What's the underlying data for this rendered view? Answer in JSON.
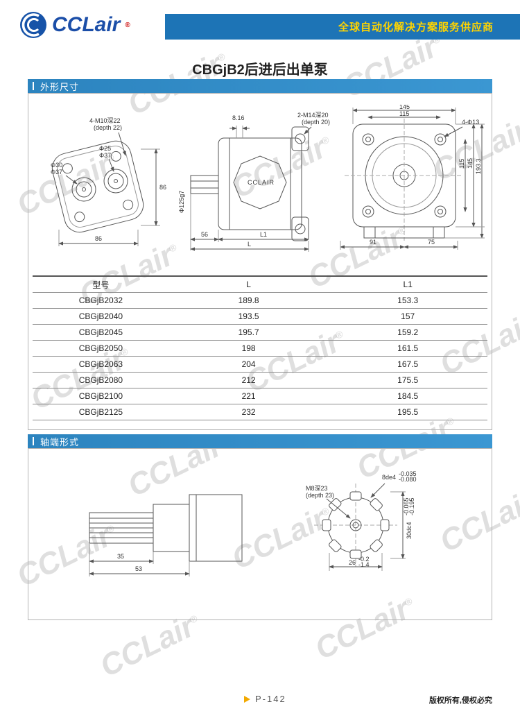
{
  "watermark": {
    "text": "CCLair",
    "reg": "®"
  },
  "header": {
    "brand": "CCLair",
    "brand_reg": "®",
    "tagline": "全球自动化解决方案服务供应商"
  },
  "title": "CBGjB2后进后出单泵",
  "section_outline": {
    "title": "外形尺寸"
  },
  "section_shaft": {
    "title": "轴端形式"
  },
  "colors": {
    "bar_blue": "#1d74b6",
    "section_blue": "#2c84bf",
    "tagline_yellow": "#ffd400",
    "footer_triangle": "#f2a900"
  },
  "drawings": {
    "front": {
      "bolt_label": "4-M10深22",
      "bolt_depth": "(depth 22)",
      "dia_left_outer": "Φ30",
      "dia_left_inner": "Φ37",
      "dia_right_outer": "Φ25",
      "dia_right_inner": "Φ37",
      "dim_height": "86",
      "dim_width": "86"
    },
    "side": {
      "dim_step": "8.16",
      "port_label": "2-M14深20",
      "port_depth": "(depth 20)",
      "pilot_dia": "Φ125g7",
      "brand": "CCLAIR",
      "dim_shaft": "56",
      "dim_l1": "L1",
      "dim_l": "L"
    },
    "rear": {
      "dim_width_outer": "145",
      "dim_width_inner": "115",
      "bolt_label": "4-Φ13",
      "dim_height_inner": "115",
      "dim_height_mid": "145",
      "dim_height_outer": "193.3",
      "dim_base_left": "91",
      "dim_base_right": "75"
    },
    "shaft_side": {
      "dim_spline": "35",
      "dim_total": "53"
    },
    "shaft_section": {
      "spline_label": "8de4",
      "spline_tol_up": "-0.035",
      "spline_tol_dn": "-0.080",
      "thread_label": "M8深23",
      "thread_depth": "(depth 23)",
      "od_label": "30dc4",
      "od_tol_up": "-0.065",
      "od_tol_dn": "-0.195",
      "dim_flat": "26",
      "flat_tol_up": "-0.2",
      "flat_tol_dn": "-1.4"
    }
  },
  "table": {
    "headers": [
      "型号",
      "L",
      "L1"
    ],
    "rows": [
      {
        "model": "CBGjB2032",
        "l": "189.8",
        "l1": "153.3"
      },
      {
        "model": "CBGjB2040",
        "l": "193.5",
        "l1": "157"
      },
      {
        "model": "CBGjB2045",
        "l": "195.7",
        "l1": "159.2"
      },
      {
        "model": "CBGjB2050",
        "l": "198",
        "l1": "161.5"
      },
      {
        "model": "CBGjB2063",
        "l": "204",
        "l1": "167.5"
      },
      {
        "model": "CBGjB2080",
        "l": "212",
        "l1": "175.5"
      },
      {
        "model": "CBGjB2100",
        "l": "221",
        "l1": "184.5"
      },
      {
        "model": "CBGjB2125",
        "l": "232",
        "l1": "195.5"
      }
    ]
  },
  "footer": {
    "page": "P-142",
    "copyright": "版权所有,侵权必究"
  }
}
